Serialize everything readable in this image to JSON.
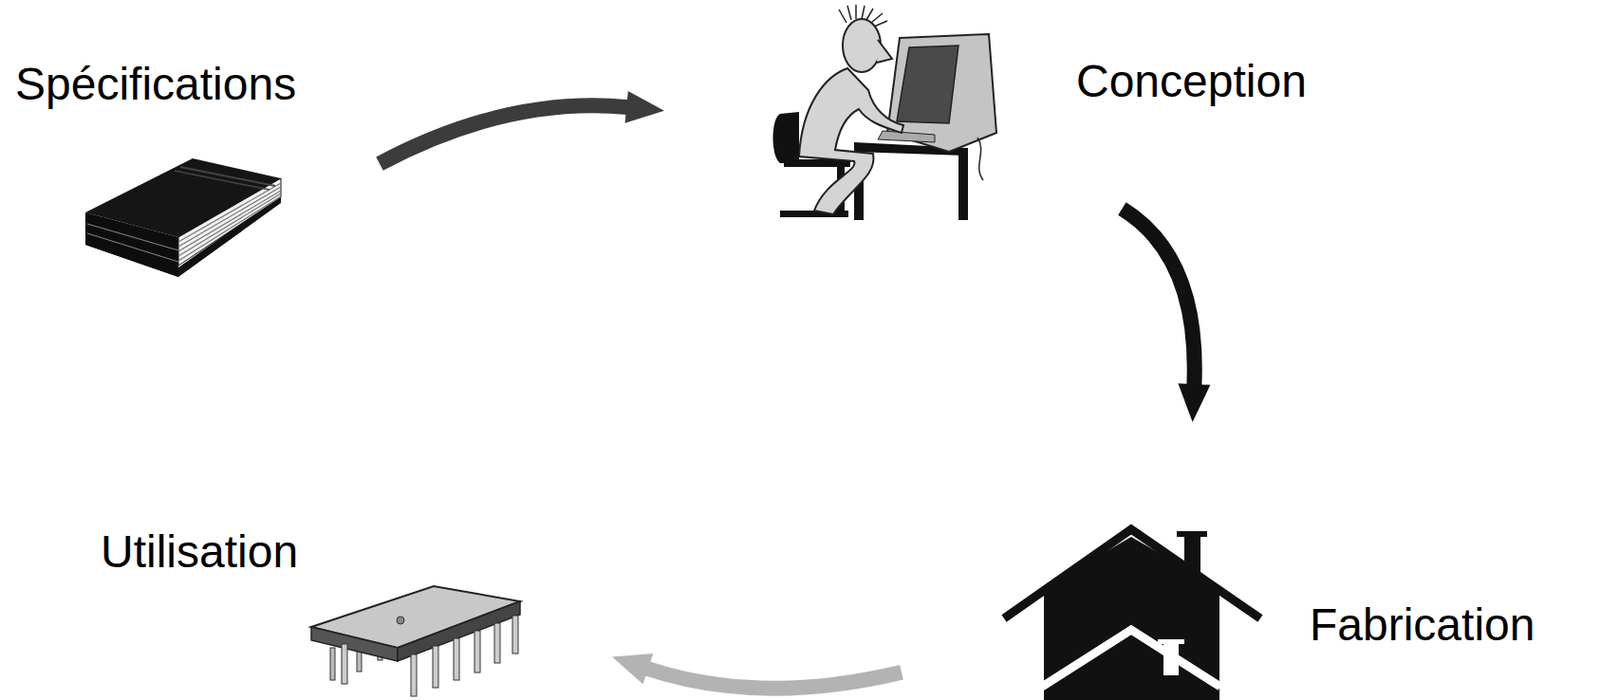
{
  "diagram": {
    "nodes": [
      {
        "text": [
          "Spécifications"
        ]
      },
      {
        "text": [
          "Conception"
        ]
      },
      {
        "text": [
          "Fabrication"
        ]
      },
      {
        "text": [
          "Utilisation"
        ]
      }
    ],
    "edges": [
      {
        "from": 0,
        "to": 1,
        "arrow": "to"
      },
      {
        "from": 1,
        "to": 2,
        "arrow": "to"
      },
      {
        "from": 2,
        "to": 3,
        "arrow": "to"
      }
    ]
  }
}
